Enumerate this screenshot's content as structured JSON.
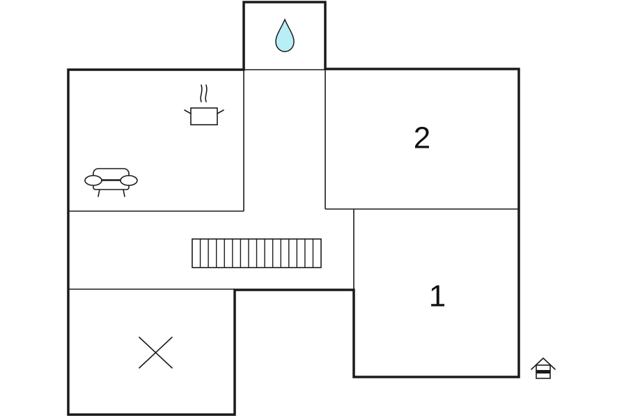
{
  "rooms": [
    {
      "id": "bedroom-2",
      "label": "2"
    },
    {
      "id": "bedroom-1",
      "label": "1"
    }
  ],
  "icons": [
    "water-drop-icon",
    "cooking-pot-icon",
    "sofa-icon",
    "staircase-icon",
    "cross-mark-icon",
    "house-entrance-icon"
  ],
  "colors": {
    "walls": "#1a1a1a",
    "water": "#b8eef5",
    "background": "#ffffff"
  }
}
